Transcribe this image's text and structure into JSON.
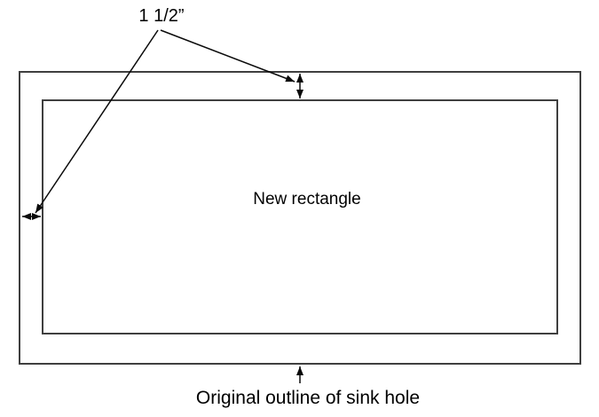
{
  "diagram": {
    "dimension_label": "1 1/2”",
    "inner_rectangle_label": "New rectangle",
    "outer_rectangle_label": "Original outline of sink hole",
    "line_color": "#3f3f3f",
    "arrow_color": "#0a0a0a",
    "text_color": "#000000",
    "background_color": "#ffffff"
  }
}
